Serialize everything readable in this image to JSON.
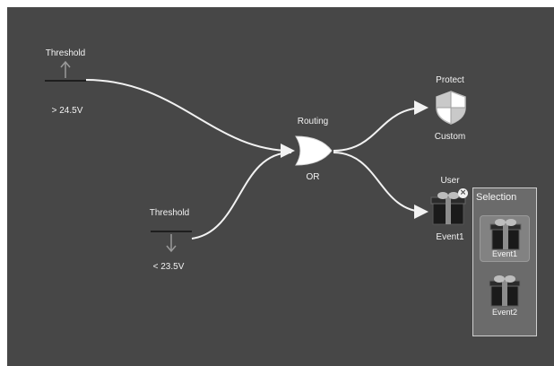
{
  "canvas": {
    "background": "#474747",
    "wire_color": "#f2f2f2"
  },
  "nodes": {
    "threshold_high": {
      "title": "Threshold",
      "condition": "> 24.5V",
      "icon": "arrow-up-icon"
    },
    "threshold_low": {
      "title": "Threshold",
      "condition": "< 23.5V",
      "icon": "arrow-down-icon"
    },
    "routing": {
      "title": "Routing",
      "gate": "OR",
      "icon": "or-gate-icon"
    },
    "protect": {
      "title": "Protect",
      "caption": "Custom",
      "icon": "shield-icon"
    },
    "user": {
      "title": "User",
      "caption": "Event1",
      "icon": "gift-box-icon",
      "remove_symbol": "×"
    }
  },
  "selection": {
    "title": "Selection",
    "items": [
      {
        "label": "Event1",
        "icon": "gift-box-icon",
        "selected": true
      },
      {
        "label": "Event2",
        "icon": "gift-box-icon",
        "selected": false
      }
    ]
  }
}
